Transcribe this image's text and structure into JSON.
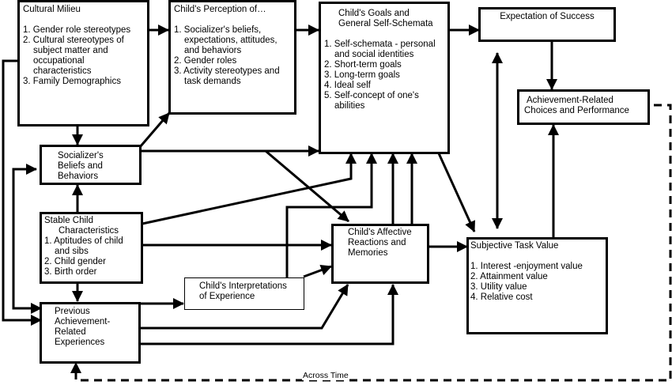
{
  "diagram": {
    "boxes": {
      "cultural_milieu": {
        "title": "Cultural Milieu",
        "items": [
          "1. Gender role stereotypes",
          "2. Cultural stereotypes of subject matter and occupational characteristics",
          "3. Family Demographics"
        ]
      },
      "childs_perception": {
        "title": "Child's Perception of…",
        "items": [
          "1. Socializer's beliefs, expectations, attitudes, and behaviors",
          "2. Gender roles",
          "3. Activity stereotypes and task demands"
        ]
      },
      "goals_self_schemata": {
        "title_line1": "Child's Goals and",
        "title_line2": "General Self-Schemata",
        "items": [
          "1. Self-schemata - personal and social identities",
          "2. Short-term goals",
          "3. Long-term goals",
          "4. Ideal self",
          "5. Self-concept of one's abilities"
        ]
      },
      "expectation_success": {
        "title": "Expectation of Success"
      },
      "achievement_choices": {
        "title_line1": "Achievement-Related",
        "title_line2": "Choices and Performance"
      },
      "socializers_beliefs": {
        "title_line1": "Socializer's",
        "title_line2": "Beliefs and",
        "title_line3": "Behaviors"
      },
      "stable_child": {
        "title_line1": "Stable Child",
        "title_line2": "Characteristics",
        "items": [
          "1. Aptitudes of child and sibs",
          "2. Child gender",
          "3. Birth order"
        ]
      },
      "previous_achievement": {
        "title_line1": "Previous",
        "title_line2": "Achievement-",
        "title_line3": "Related",
        "title_line4": "Experiences"
      },
      "childs_interpretations": {
        "title_line1": "Child's Interpretations",
        "title_line2": "of Experience"
      },
      "affective_reactions": {
        "title_line1": "Child's Affective",
        "title_line2": "Reactions and",
        "title_line3": "Memories"
      },
      "subjective_task_value": {
        "title": "Subjective Task Value",
        "items": [
          "1. Interest -enjoyment value",
          "2. Attainment value",
          "3. Utility value",
          "4. Relative cost"
        ]
      }
    },
    "feedback_label": "Across Time",
    "colors": {
      "stroke": "#000000",
      "background": "#ffffff"
    }
  }
}
